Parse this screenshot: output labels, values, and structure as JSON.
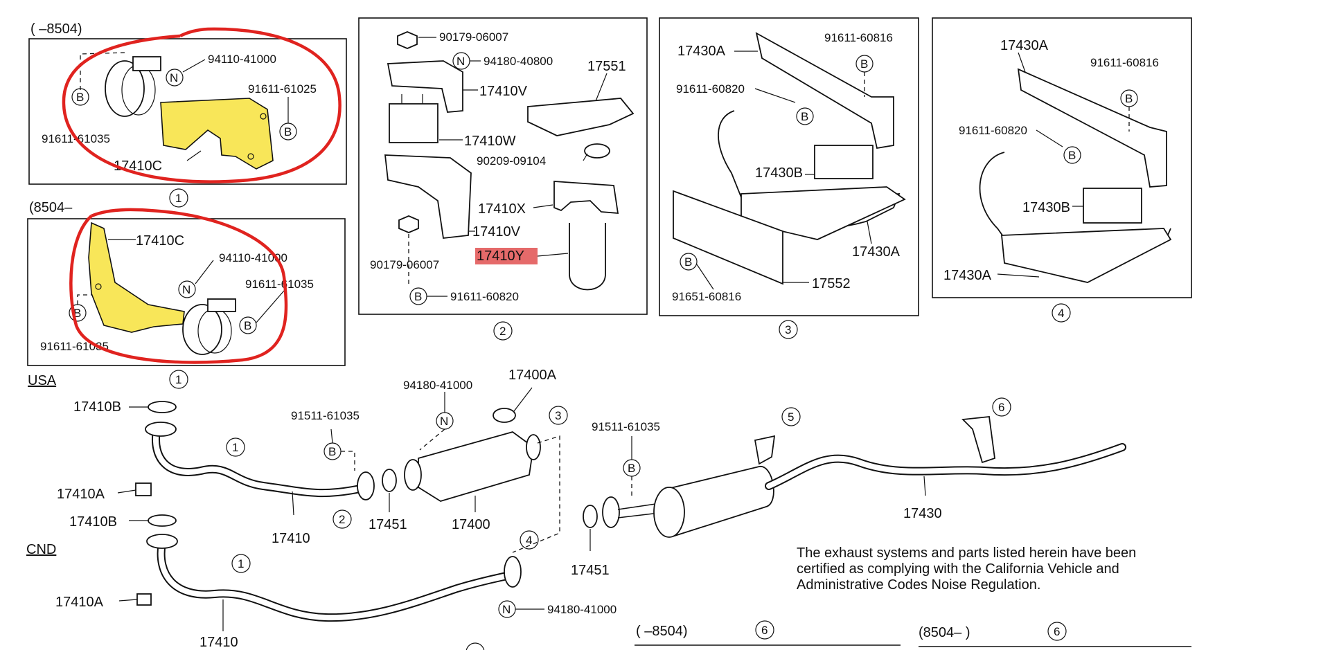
{
  "section_tags": {
    "pre_8504_top": "(      –8504)",
    "from_8504_mid": "(8504–",
    "pre_8504_bottom": "(      –8504)",
    "from_8504_bottom": "(8504–        )"
  },
  "region_labels": {
    "usa": "USA",
    "cnd": "CND"
  },
  "circle_refs": [
    "1",
    "2",
    "3",
    "4",
    "5",
    "6"
  ],
  "symbols": {
    "nut": "N",
    "bolt": "B"
  },
  "part_numbers": {
    "p94110_41000": "94110-41000",
    "p91611_61025": "91611-61025",
    "p91611_61035": "91611-61035",
    "p17410C": "17410C",
    "p90179_06007": "90179-06007",
    "p94180_40800": "94180-40800",
    "p17551": "17551",
    "p17410V": "17410V",
    "p17410W": "17410W",
    "p90209_09104": "90209-09104",
    "p17410X": "17410X",
    "p17410Y": "17410Y",
    "p91611_60820": "91611-60820",
    "p17430A": "17430A",
    "p91611_60816": "91611-60816",
    "p17430B": "17430B",
    "p91651_60816": "91651-60816",
    "p17552": "17552",
    "p17410B": "17410B",
    "p17410A": "17410A",
    "p94180_41000": "94180-41000",
    "p17400A": "17400A",
    "p91511_61035": "91511-61035",
    "p17410": "17410",
    "p17451": "17451",
    "p17400": "17400",
    "p17430": "17430"
  },
  "certification_note": [
    "The exhaust systems and parts listed herein have been",
    "certified as complying with the California Vehicle and",
    "Administrative Codes Noise Regulation."
  ],
  "colors": {
    "highlight_yellow": "#f7e23c",
    "annotation_red": "#e0231f",
    "label_highlight": "#e05050"
  }
}
